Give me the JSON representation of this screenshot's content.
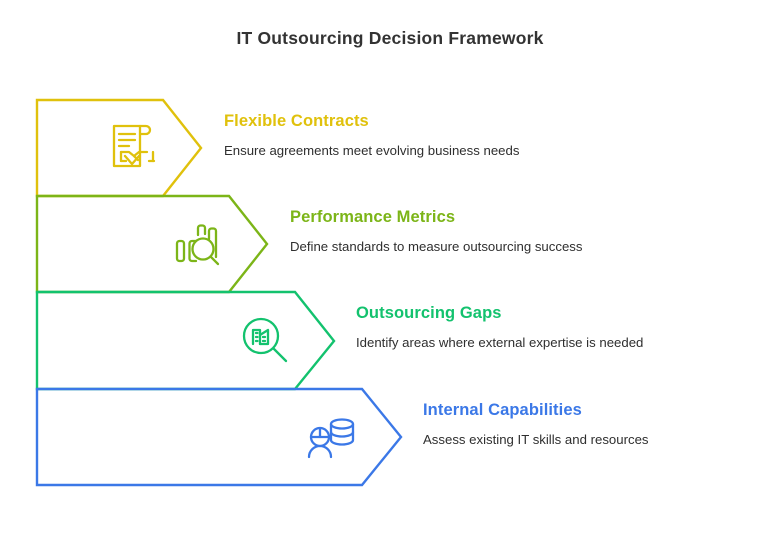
{
  "page": {
    "title": "IT Outsourcing Decision Framework",
    "background": "#ffffff"
  },
  "palette": {
    "gold": "#E0C10C",
    "olive_green": "#7CB518",
    "emerald": "#13C26E",
    "blue": "#3B78E7",
    "body_text": "#2f2f2f",
    "title_text": "#333333"
  },
  "rows": [
    {
      "heading": "Flexible Contracts",
      "body": "Ensure agreements meet evolving business needs",
      "color": "#E0C10C",
      "icon": "contract-handshake-icon"
    },
    {
      "heading": "Performance Metrics",
      "body": "Define standards to measure outsourcing success",
      "color": "#7CB518",
      "icon": "bar-chart-magnifier-icon"
    },
    {
      "heading": "Outsourcing Gaps",
      "body": "Identify areas where external expertise is needed",
      "color": "#13C26E",
      "icon": "magnifier-building-icon"
    },
    {
      "heading": "Internal Capabilities",
      "body": "Assess existing IT skills and resources",
      "color": "#3B78E7",
      "icon": "person-database-icon"
    }
  ]
}
